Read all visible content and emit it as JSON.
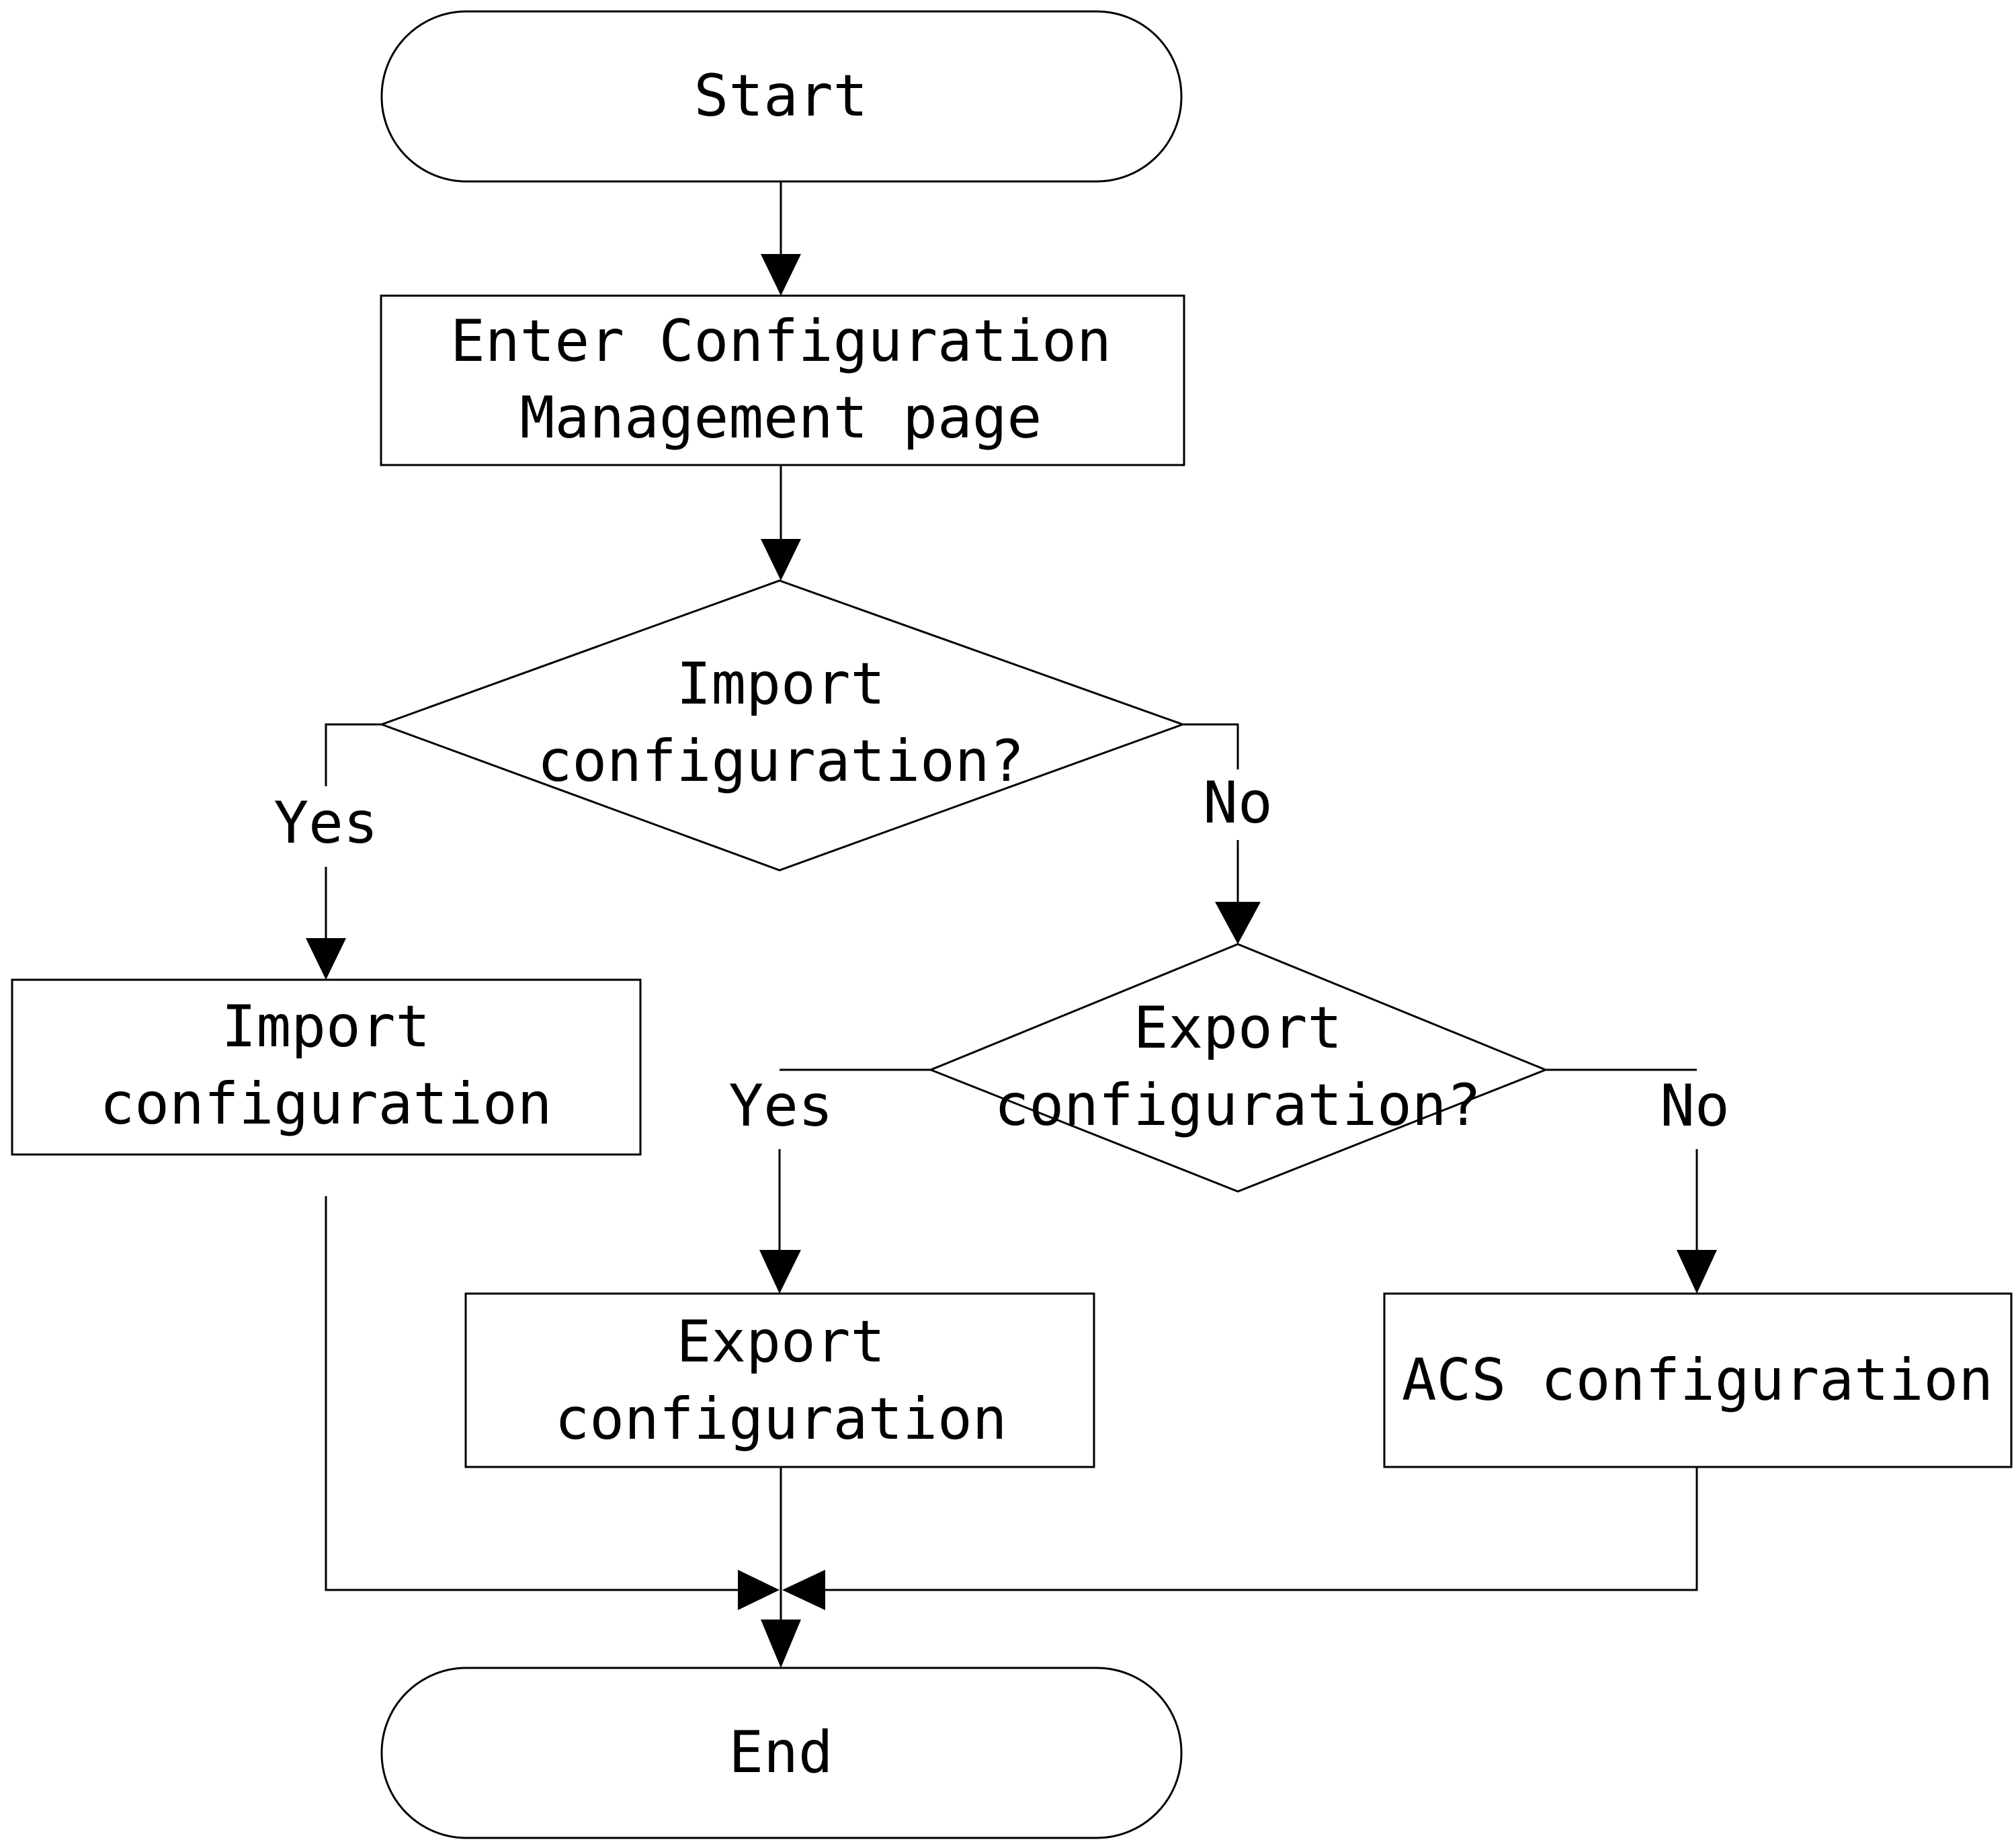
{
  "nodes": {
    "start": "Start",
    "enter_line1": "Enter Configuration",
    "enter_line2": "Management page",
    "import_q_line1": "Import",
    "import_q_line2": "configuration?",
    "import_box_line1": "Import",
    "import_box_line2": "configuration",
    "export_q_line1": "Export",
    "export_q_line2": "configuration?",
    "export_box_line1": "Export",
    "export_box_line2": "configuration",
    "acs": "ACS configuration",
    "end": "End"
  },
  "edge_labels": {
    "import_yes": "Yes",
    "import_no": "No",
    "export_yes": "Yes",
    "export_no": "No"
  },
  "colors": {
    "stroke": "#000000",
    "background": "#ffffff"
  }
}
